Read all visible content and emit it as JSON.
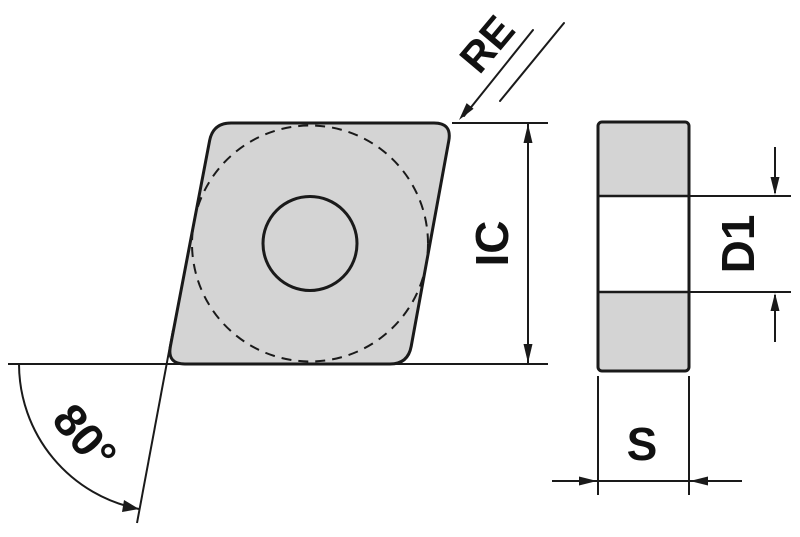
{
  "diagram": {
    "type": "cutting-insert-dimension-drawing",
    "labels": {
      "corner_radius": "RE",
      "inscribed_circle": "IC",
      "corner_angle": "80°",
      "hole_diameter": "D1",
      "thickness": "S"
    },
    "colors": {
      "background": "#ffffff",
      "line": "#1a1a1a",
      "insert_fill": "#d4d4d4",
      "hole_fill": "#ffffff"
    }
  }
}
